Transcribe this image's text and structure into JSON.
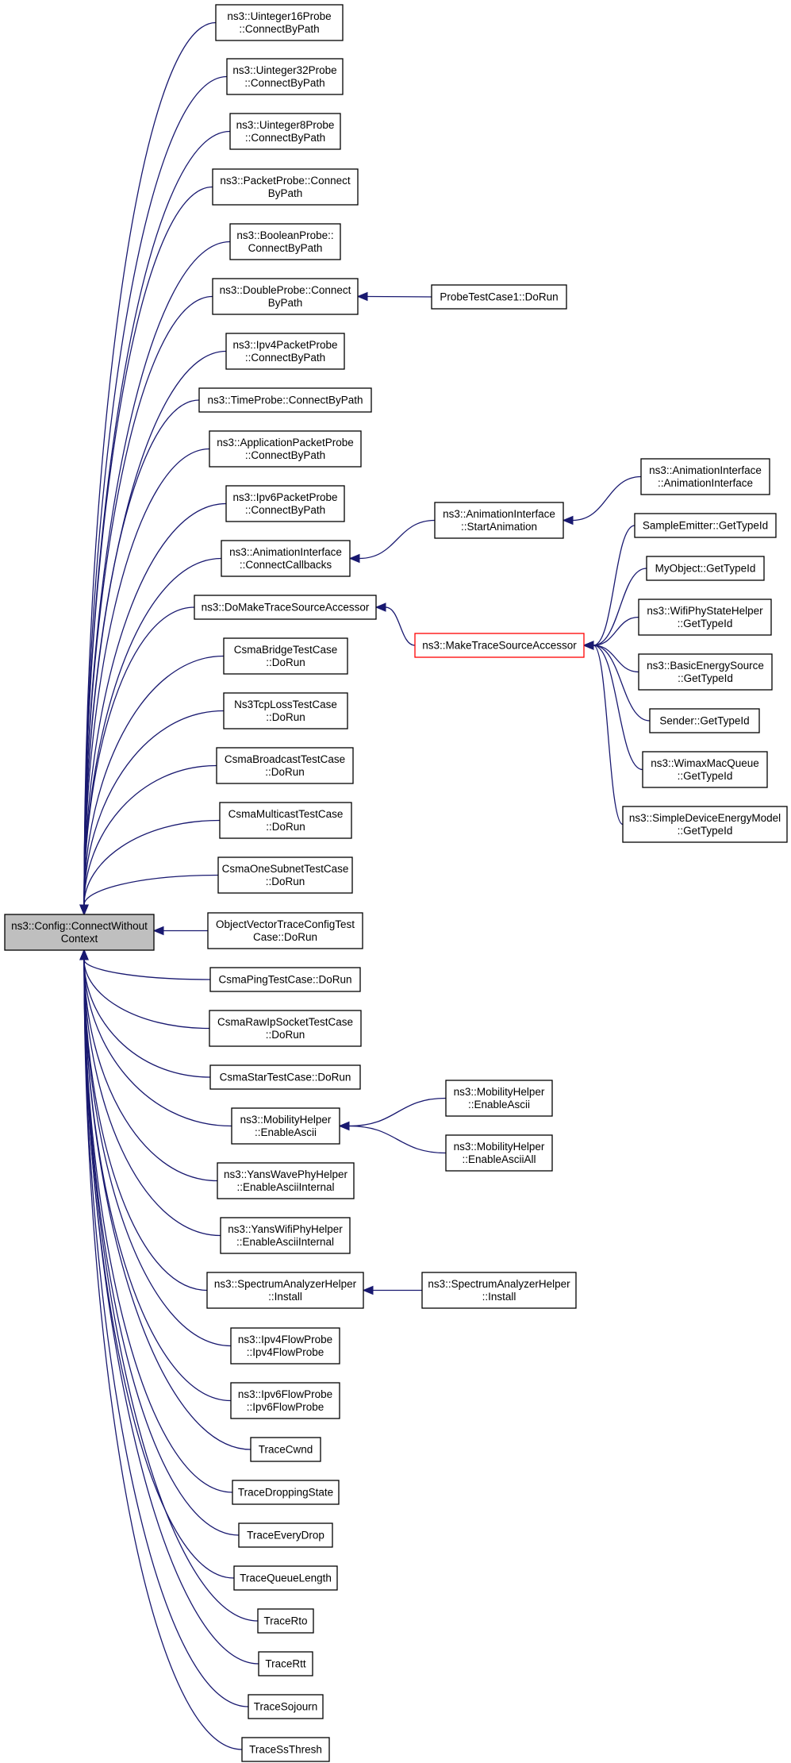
{
  "colors": {
    "edge": "#191970",
    "node_border": "#000000",
    "root_fill": "#bfbfbf",
    "highlight_border": "#ff0000"
  },
  "nodes": [
    {
      "id": "root",
      "lines": [
        "ns3::Config::ConnectWithout",
        "Context"
      ],
      "kind": "root"
    },
    {
      "id": "n1",
      "lines": [
        "ns3::Uinteger16Probe",
        "::ConnectByPath"
      ]
    },
    {
      "id": "n2",
      "lines": [
        "ns3::Uinteger32Probe",
        "::ConnectByPath"
      ]
    },
    {
      "id": "n3",
      "lines": [
        "ns3::Uinteger8Probe",
        "::ConnectByPath"
      ]
    },
    {
      "id": "n4",
      "lines": [
        "ns3::PacketProbe::Connect",
        "ByPath"
      ]
    },
    {
      "id": "n5",
      "lines": [
        "ns3::BooleanProbe::",
        "ConnectByPath"
      ]
    },
    {
      "id": "n6",
      "lines": [
        "ns3::DoubleProbe::Connect",
        "ByPath"
      ]
    },
    {
      "id": "n7",
      "lines": [
        "ns3::Ipv4PacketProbe",
        "::ConnectByPath"
      ]
    },
    {
      "id": "n8",
      "lines": [
        "ns3::TimeProbe::ConnectByPath"
      ]
    },
    {
      "id": "n9",
      "lines": [
        "ns3::ApplicationPacketProbe",
        "::ConnectByPath"
      ]
    },
    {
      "id": "n10",
      "lines": [
        "ns3::Ipv6PacketProbe",
        "::ConnectByPath"
      ]
    },
    {
      "id": "n11",
      "lines": [
        "ns3::AnimationInterface",
        "::ConnectCallbacks"
      ]
    },
    {
      "id": "n12",
      "lines": [
        "ns3::DoMakeTraceSourceAccessor"
      ]
    },
    {
      "id": "n13",
      "lines": [
        "CsmaBridgeTestCase",
        "::DoRun"
      ]
    },
    {
      "id": "n14",
      "lines": [
        "Ns3TcpLossTestCase",
        "::DoRun"
      ]
    },
    {
      "id": "n15",
      "lines": [
        "CsmaBroadcastTestCase",
        "::DoRun"
      ]
    },
    {
      "id": "n16",
      "lines": [
        "CsmaMulticastTestCase",
        "::DoRun"
      ]
    },
    {
      "id": "n17",
      "lines": [
        "CsmaOneSubnetTestCase",
        "::DoRun"
      ]
    },
    {
      "id": "n18",
      "lines": [
        "ObjectVectorTraceConfigTest",
        "Case::DoRun"
      ]
    },
    {
      "id": "n19",
      "lines": [
        "CsmaPingTestCase::DoRun"
      ]
    },
    {
      "id": "n20",
      "lines": [
        "CsmaRawIpSocketTestCase",
        "::DoRun"
      ]
    },
    {
      "id": "n21",
      "lines": [
        "CsmaStarTestCase::DoRun"
      ]
    },
    {
      "id": "n22",
      "lines": [
        "ns3::MobilityHelper",
        "::EnableAscii"
      ]
    },
    {
      "id": "n23",
      "lines": [
        "ns3::YansWavePhyHelper",
        "::EnableAsciiInternal"
      ]
    },
    {
      "id": "n24",
      "lines": [
        "ns3::YansWifiPhyHelper",
        "::EnableAsciiInternal"
      ]
    },
    {
      "id": "n25",
      "lines": [
        "ns3::SpectrumAnalyzerHelper",
        "::Install"
      ]
    },
    {
      "id": "n26",
      "lines": [
        "ns3::Ipv4FlowProbe",
        "::Ipv4FlowProbe"
      ]
    },
    {
      "id": "n27",
      "lines": [
        "ns3::Ipv6FlowProbe",
        "::Ipv6FlowProbe"
      ]
    },
    {
      "id": "n28",
      "lines": [
        "TraceCwnd"
      ]
    },
    {
      "id": "n29",
      "lines": [
        "TraceDroppingState"
      ]
    },
    {
      "id": "n30",
      "lines": [
        "TraceEveryDrop"
      ]
    },
    {
      "id": "n31",
      "lines": [
        "TraceQueueLength"
      ]
    },
    {
      "id": "n32",
      "lines": [
        "TraceRto"
      ]
    },
    {
      "id": "n33",
      "lines": [
        "TraceRtt"
      ]
    },
    {
      "id": "n34",
      "lines": [
        "TraceSojourn"
      ]
    },
    {
      "id": "n35",
      "lines": [
        "TraceSsThresh"
      ]
    },
    {
      "id": "m1",
      "lines": [
        "ProbeTestCase1::DoRun"
      ]
    },
    {
      "id": "m2",
      "lines": [
        "ns3::AnimationInterface",
        "::StartAnimation"
      ]
    },
    {
      "id": "m3",
      "lines": [
        "ns3::MakeTraceSourceAccessor"
      ],
      "kind": "highlight"
    },
    {
      "id": "m4",
      "lines": [
        "ns3::MobilityHelper",
        "::EnableAscii"
      ]
    },
    {
      "id": "m5",
      "lines": [
        "ns3::MobilityHelper",
        "::EnableAsciiAll"
      ]
    },
    {
      "id": "m6",
      "lines": [
        "ns3::SpectrumAnalyzerHelper",
        "::Install"
      ]
    },
    {
      "id": "r1",
      "lines": [
        "ns3::AnimationInterface",
        "::AnimationInterface"
      ]
    },
    {
      "id": "r2",
      "lines": [
        "SampleEmitter::GetTypeId"
      ]
    },
    {
      "id": "r3",
      "lines": [
        "MyObject::GetTypeId"
      ]
    },
    {
      "id": "r4",
      "lines": [
        "ns3::WifiPhyStateHelper",
        "::GetTypeId"
      ]
    },
    {
      "id": "r5",
      "lines": [
        "ns3::BasicEnergySource",
        "::GetTypeId"
      ]
    },
    {
      "id": "r6",
      "lines": [
        "Sender::GetTypeId"
      ]
    },
    {
      "id": "r7",
      "lines": [
        "ns3::WimaxMacQueue",
        "::GetTypeId"
      ]
    },
    {
      "id": "r8",
      "lines": [
        "ns3::SimpleDeviceEnergyModel",
        "::GetTypeId"
      ]
    }
  ],
  "edges": [
    {
      "from": "n1",
      "to": "root"
    },
    {
      "from": "n2",
      "to": "root"
    },
    {
      "from": "n3",
      "to": "root"
    },
    {
      "from": "n4",
      "to": "root"
    },
    {
      "from": "n5",
      "to": "root"
    },
    {
      "from": "n6",
      "to": "root"
    },
    {
      "from": "n7",
      "to": "root"
    },
    {
      "from": "n8",
      "to": "root"
    },
    {
      "from": "n9",
      "to": "root"
    },
    {
      "from": "n10",
      "to": "root"
    },
    {
      "from": "n11",
      "to": "root"
    },
    {
      "from": "n12",
      "to": "root"
    },
    {
      "from": "n13",
      "to": "root"
    },
    {
      "from": "n14",
      "to": "root"
    },
    {
      "from": "n15",
      "to": "root"
    },
    {
      "from": "n16",
      "to": "root"
    },
    {
      "from": "n17",
      "to": "root"
    },
    {
      "from": "n18",
      "to": "root"
    },
    {
      "from": "n19",
      "to": "root"
    },
    {
      "from": "n20",
      "to": "root"
    },
    {
      "from": "n21",
      "to": "root"
    },
    {
      "from": "n22",
      "to": "root"
    },
    {
      "from": "n23",
      "to": "root"
    },
    {
      "from": "n24",
      "to": "root"
    },
    {
      "from": "n25",
      "to": "root"
    },
    {
      "from": "n26",
      "to": "root"
    },
    {
      "from": "n27",
      "to": "root"
    },
    {
      "from": "n28",
      "to": "root"
    },
    {
      "from": "n29",
      "to": "root"
    },
    {
      "from": "n30",
      "to": "root"
    },
    {
      "from": "n31",
      "to": "root"
    },
    {
      "from": "n32",
      "to": "root"
    },
    {
      "from": "n33",
      "to": "root"
    },
    {
      "from": "n34",
      "to": "root"
    },
    {
      "from": "n35",
      "to": "root"
    },
    {
      "from": "m1",
      "to": "n6"
    },
    {
      "from": "m2",
      "to": "n11"
    },
    {
      "from": "m3",
      "to": "n12"
    },
    {
      "from": "m4",
      "to": "n22"
    },
    {
      "from": "m5",
      "to": "n22"
    },
    {
      "from": "m6",
      "to": "n25"
    },
    {
      "from": "r1",
      "to": "m2"
    },
    {
      "from": "r2",
      "to": "m3"
    },
    {
      "from": "r3",
      "to": "m3"
    },
    {
      "from": "r4",
      "to": "m3"
    },
    {
      "from": "r5",
      "to": "m3"
    },
    {
      "from": "r6",
      "to": "m3"
    },
    {
      "from": "r7",
      "to": "m3"
    },
    {
      "from": "r8",
      "to": "m3"
    }
  ]
}
